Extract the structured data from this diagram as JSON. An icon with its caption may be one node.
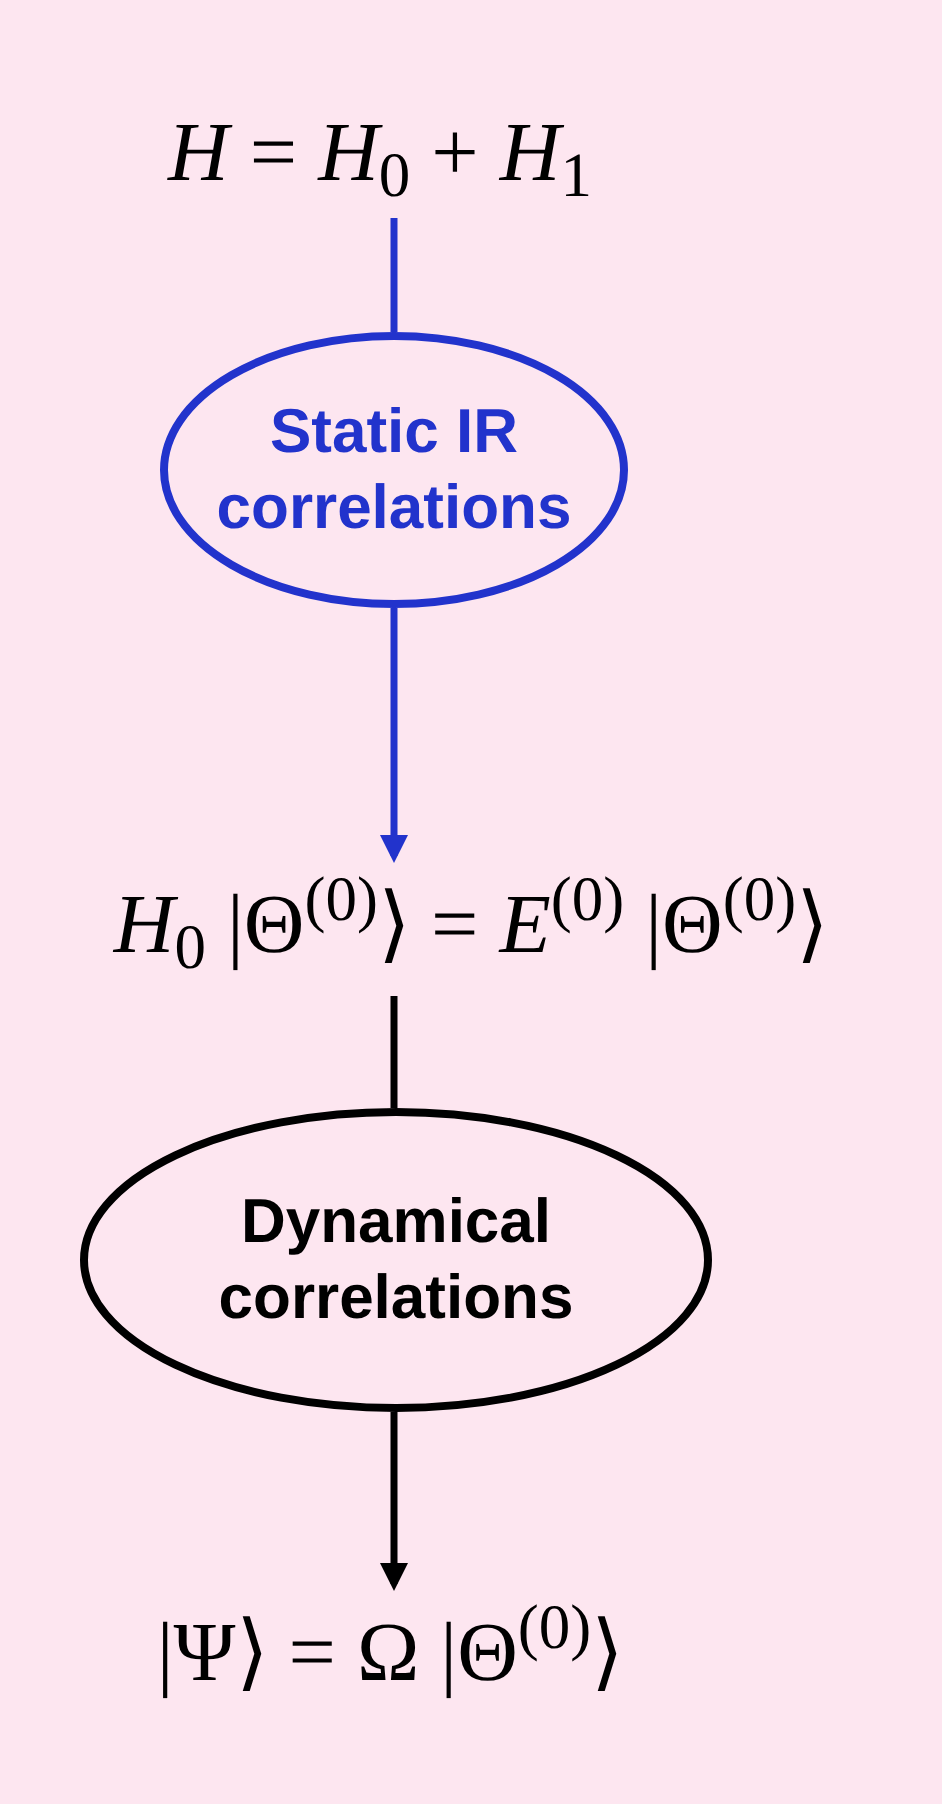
{
  "diagram": {
    "nodes": [
      {
        "text": [
          "*H* = *H*$_{0}$ + *H*$_{1}$"
        ]
      },
      {
        "text": [
          "Static IR correlations"
        ]
      },
      {
        "text": [
          "*H*$_{0}$ |Θ$^{(0)}$⟩ = *E*$^{(0)}$ |Θ$^{(0)}$⟩"
        ]
      },
      {
        "text": [
          "Dynamical correlations"
        ]
      },
      {
        "text": [
          "|Ψ⟩ = Ω |Θ$^{(0)}$⟩"
        ]
      }
    ],
    "edges": [
      {
        "from": 0,
        "to": 1,
        "arrow": "none",
        "color": "#2233cc"
      },
      {
        "from": 1,
        "to": 2,
        "arrow": "to",
        "color": "#2233cc"
      },
      {
        "from": 2,
        "to": 3,
        "arrow": "none",
        "color": "#000000"
      },
      {
        "from": 3,
        "to": 4,
        "arrow": "to",
        "color": "#000000"
      }
    ]
  }
}
